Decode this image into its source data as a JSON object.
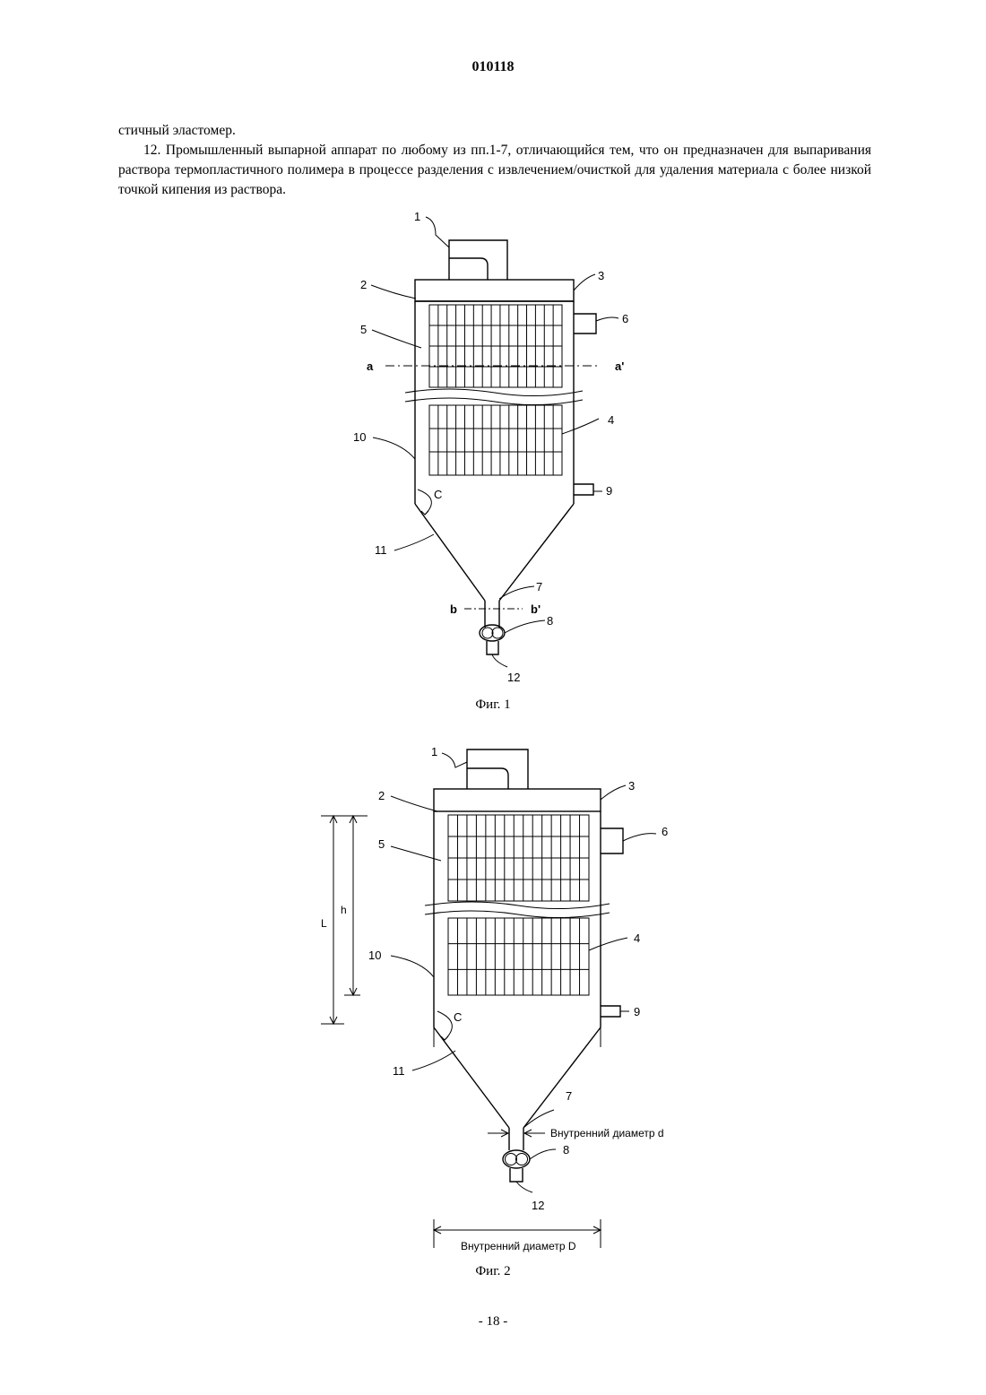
{
  "header": {
    "doc_number": "010118"
  },
  "body": {
    "continuation": "стичный эластомер.",
    "claim_12": "12. Промышленный выпарной аппарат по любому из пп.1-7, отличающийся тем, что он предназначен для выпаривания раствора термопластичного полимера в процессе разделения с извлечением/очисткой для удаления материала с более низкой точкой кипения из раствора."
  },
  "figure1": {
    "caption": "Фиг. 1",
    "labels": {
      "l1": "1",
      "l2": "2",
      "l3": "3",
      "l4": "4",
      "l5": "5",
      "l6": "6",
      "l7": "7",
      "l8": "8",
      "l9": "9",
      "l10": "10",
      "l11": "11",
      "l12": "12",
      "angle": "C",
      "sec_a": "a",
      "sec_a2": "a'",
      "sec_b": "b",
      "sec_b2": "b'"
    }
  },
  "figure2": {
    "caption": "Фиг. 2",
    "labels": {
      "l1": "1",
      "l2": "2",
      "l3": "3",
      "l4": "4",
      "l5": "5",
      "l6": "6",
      "l7": "7",
      "l8": "8",
      "l9": "9",
      "l10": "10",
      "l11": "11",
      "l12": "12",
      "angle": "C",
      "dim_L": "L",
      "dim_h": "h",
      "inner_d": "Внутренний диаметр d",
      "inner_D": "Внутренний диаметр D"
    }
  },
  "footer": {
    "page_number": "- 18 -"
  }
}
